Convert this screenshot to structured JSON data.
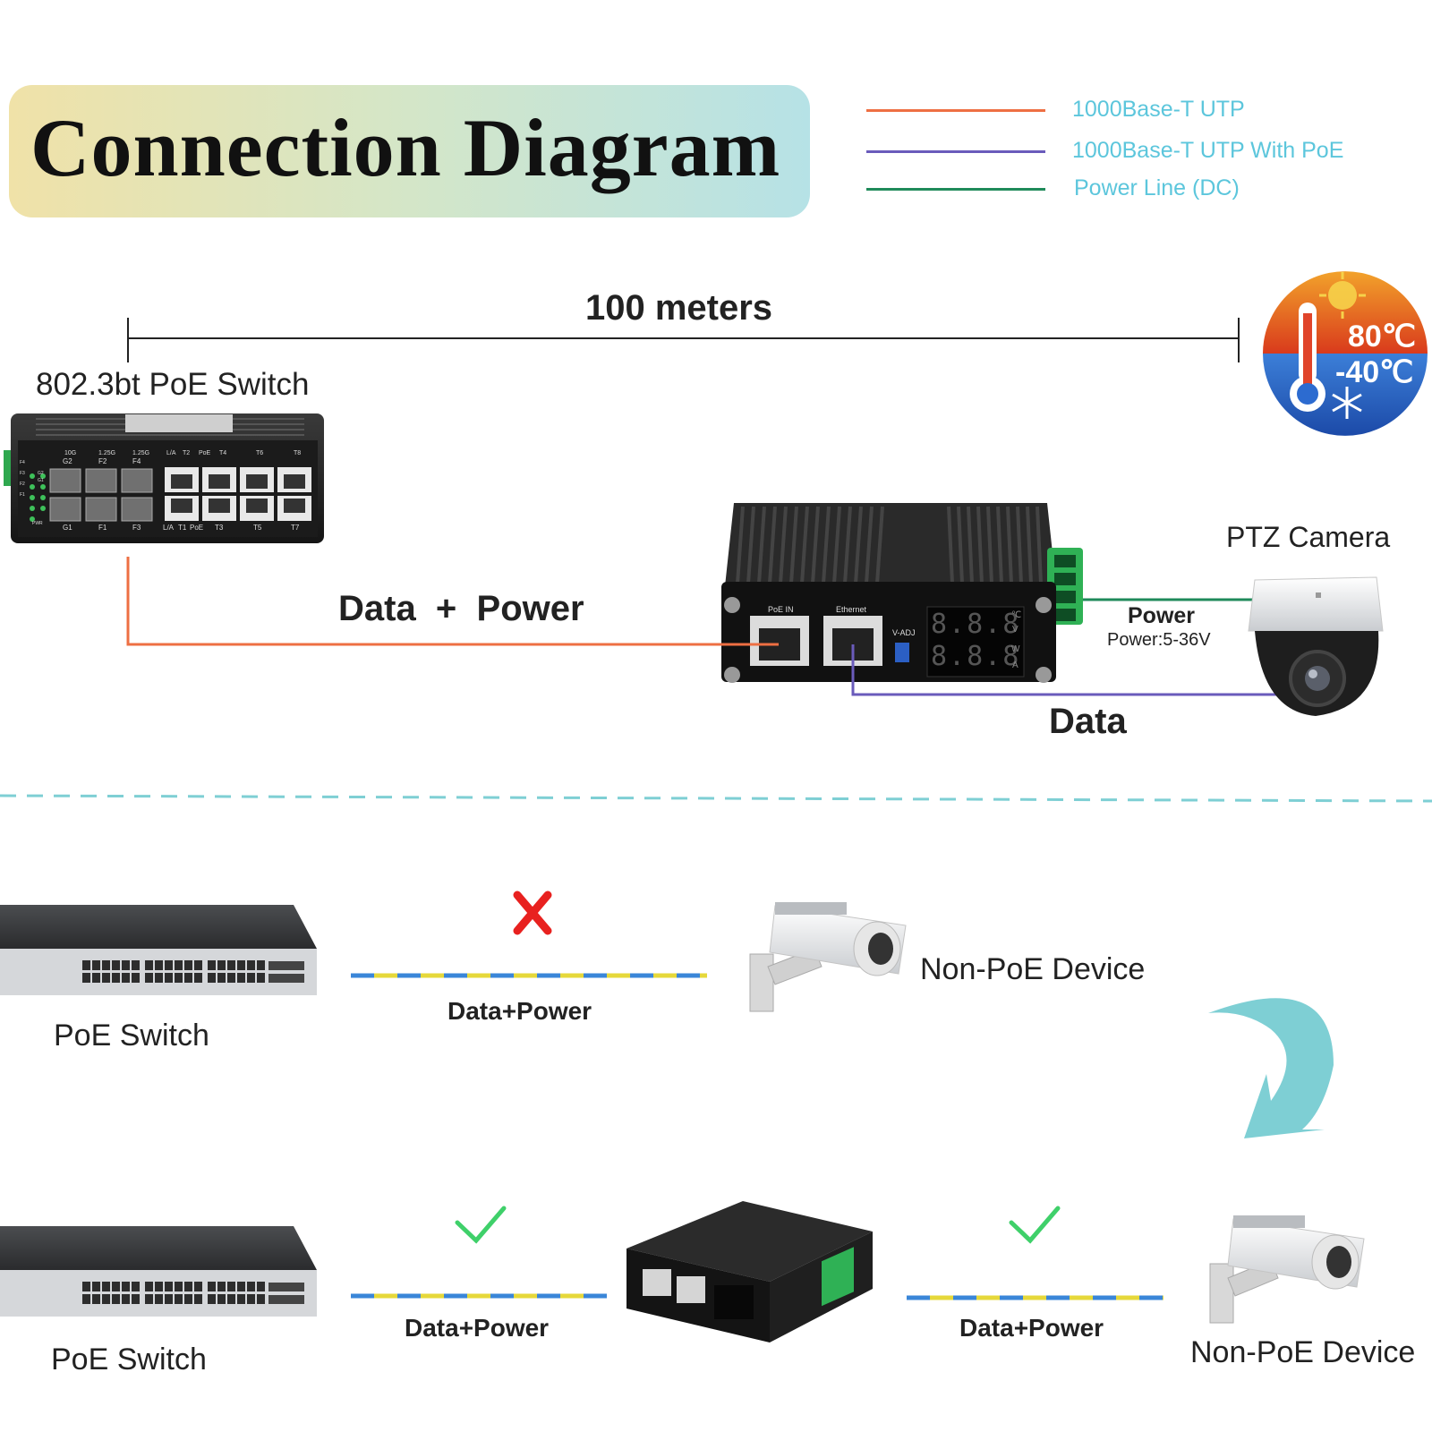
{
  "title": "Connection Diagram",
  "legend": [
    {
      "label": "1000Base-T UTP",
      "color": "#ee6f43"
    },
    {
      "label": "1000Base-T UTP With PoE",
      "color": "#6a5bbb"
    },
    {
      "label": "Power Line (DC)",
      "color": "#1f8a5a"
    }
  ],
  "distance_label": "100 meters",
  "switch_label": "802.3bt PoE Switch",
  "temperature": {
    "high": "80℃",
    "low": "-40℃"
  },
  "top_links": {
    "data_power": "Data  +  Power",
    "power": "Power",
    "power_range": "Power:5-36V",
    "data": "Data"
  },
  "camera_label": "PTZ Camera",
  "splitter_ports": {
    "poe_in": "PoE IN",
    "ethernet": "Ethernet",
    "vadj": "V-ADJ"
  },
  "display_digits": {
    "row1": "8.8.8",
    "row2": "8.8.8",
    "units": [
      "℃",
      "V",
      "W",
      "A"
    ]
  },
  "switch_port_labels": {
    "top": [
      "10G",
      "1.25G",
      "1.25G",
      "L/A",
      "T2",
      "PoE",
      "T4",
      "T6",
      "T8"
    ],
    "top_sub": [
      "G2",
      "F2",
      "F4"
    ],
    "bottom": [
      "G1",
      "F1",
      "F3",
      "L/A",
      "T1",
      "PoE",
      "T3",
      "T5",
      "T7"
    ],
    "leds": [
      "F4",
      "F3",
      "F2",
      "F1",
      "PWR",
      "G2",
      "G1"
    ]
  },
  "bottom": {
    "row1": {
      "switch_label": "PoE Switch",
      "link_label": "Data+Power",
      "status": "cross",
      "device_label": "Non-PoE Device"
    },
    "row2": {
      "switch_label": "PoE Switch",
      "link_left": "Data+Power",
      "link_right": "Data+Power",
      "status_left": "check",
      "status_right": "check",
      "device_label": "Non-PoE Device"
    }
  },
  "colors": {
    "accent_teal": "#7ecfd4",
    "cross": "#e8211f",
    "check": "#3fd06a",
    "cable_yellow": "#e6d83a",
    "cable_blue": "#3a86d8"
  }
}
